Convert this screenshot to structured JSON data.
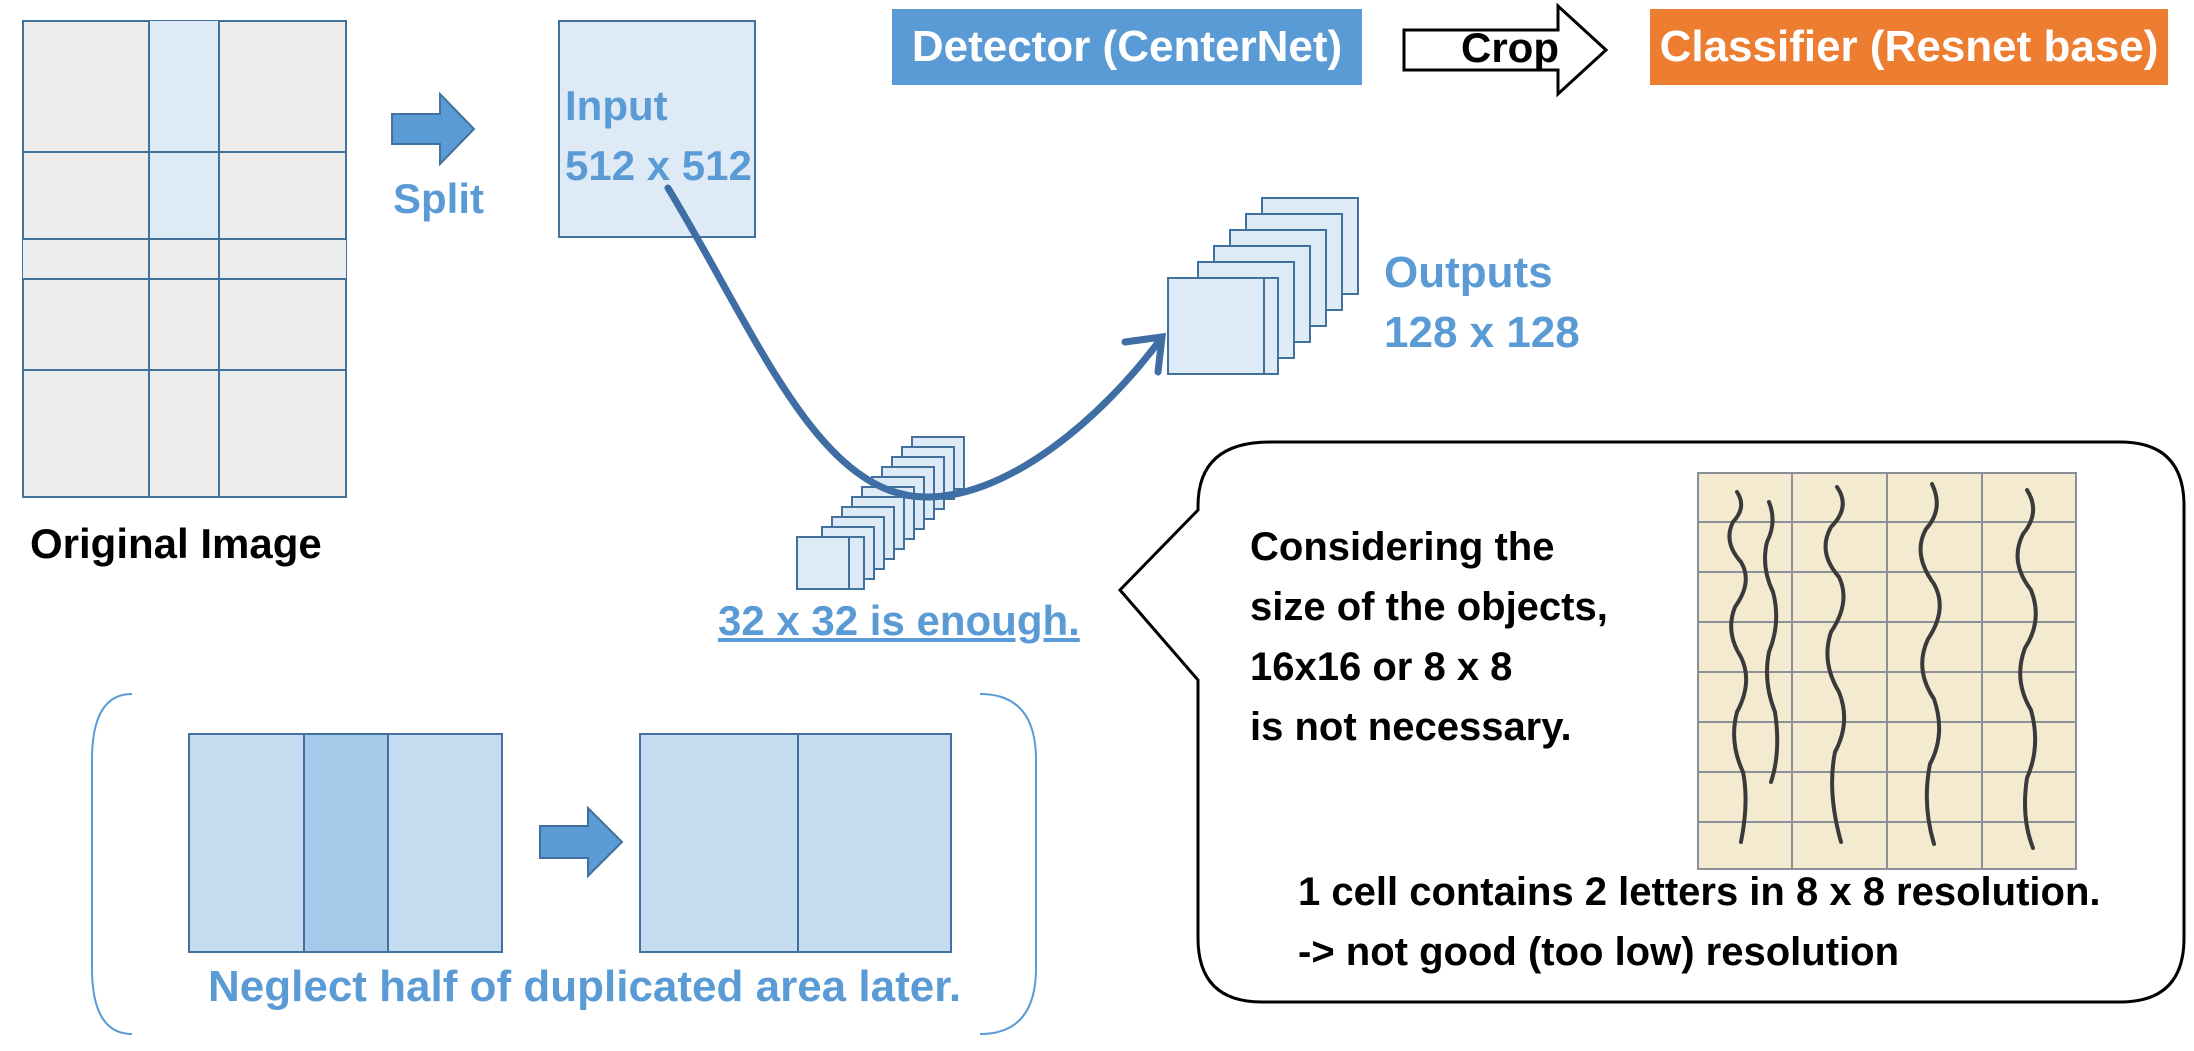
{
  "pipeline": {
    "detector_label": "Detector (CenterNet)",
    "crop_label": "Crop",
    "classifier_label": "Classifier (Resnet base)"
  },
  "split": {
    "split_label": "Split",
    "original_label": "Original Image"
  },
  "input": {
    "line1": "Input",
    "line2": "512 x 512"
  },
  "outputs": {
    "line1": "Outputs",
    "line2": "128 x 128"
  },
  "feature": {
    "enough_label": "32 x 32 is enough."
  },
  "bubble": {
    "considering_lines": [
      "Considering the",
      "size of the objects,",
      "16x16 or 8 x 8",
      "is not necessary."
    ],
    "cell_line1": "1 cell contains 2 letters in 8 x 8 resolution.",
    "cell_line2": "-> not good (too low) resolution"
  },
  "overlap": {
    "neglect_label": "Neglect half of duplicated area later."
  },
  "colors": {
    "blue_accent": "#5b9bd5",
    "orange_accent": "#ed7d31",
    "light_blue_fill": "#deebf7",
    "mid_blue_fill": "#c5dbf0",
    "dark_blue_fill": "#a6c9ea",
    "grid_gray": "#ededed",
    "border_blue": "#41719c",
    "curve_blue": "#3e6ea3"
  }
}
